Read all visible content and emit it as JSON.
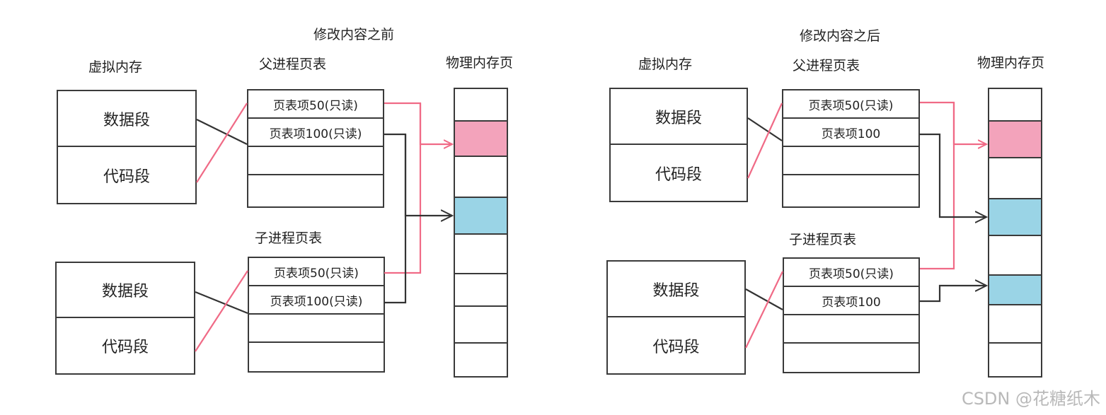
{
  "panels": [
    {
      "title": "修改内容之前",
      "virtual_memory_label": "虚拟内存",
      "physical_memory_label": "物理内存页",
      "parent": {
        "table_label": "父进程页表",
        "vm": {
          "data_segment": "数据段",
          "code_segment": "代码段"
        },
        "entries": [
          "页表项50(只读)",
          "页表项100(只读)",
          "",
          ""
        ]
      },
      "child": {
        "table_label": "子进程页表",
        "vm": {
          "data_segment": "数据段",
          "code_segment": "代码段"
        },
        "entries": [
          "页表项50(只读)",
          "页表项100(只读)",
          "",
          ""
        ]
      },
      "physical_pages": [
        "empty",
        "pink",
        "empty",
        "blue",
        "empty",
        "empty",
        "empty",
        "empty"
      ]
    },
    {
      "title": "修改内容之后",
      "virtual_memory_label": "虚拟内存",
      "physical_memory_label": "物理内存页",
      "parent": {
        "table_label": "父进程页表",
        "vm": {
          "data_segment": "数据段",
          "code_segment": "代码段"
        },
        "entries": [
          "页表项50(只读)",
          "页表项100",
          "",
          ""
        ]
      },
      "child": {
        "table_label": "子进程页表",
        "vm": {
          "data_segment": "数据段",
          "code_segment": "代码段"
        },
        "entries": [
          "页表项50(只读)",
          "页表项100",
          "",
          ""
        ]
      },
      "physical_pages": [
        "empty",
        "pink",
        "empty",
        "blue",
        "empty",
        "blue",
        "empty",
        "empty"
      ]
    }
  ],
  "colors": {
    "read_only_link": "#f06a86",
    "link": "#333333",
    "pink_page": "#f3a3bb",
    "blue_page": "#9ad4e6"
  },
  "watermark": "CSDN @花糖纸木"
}
